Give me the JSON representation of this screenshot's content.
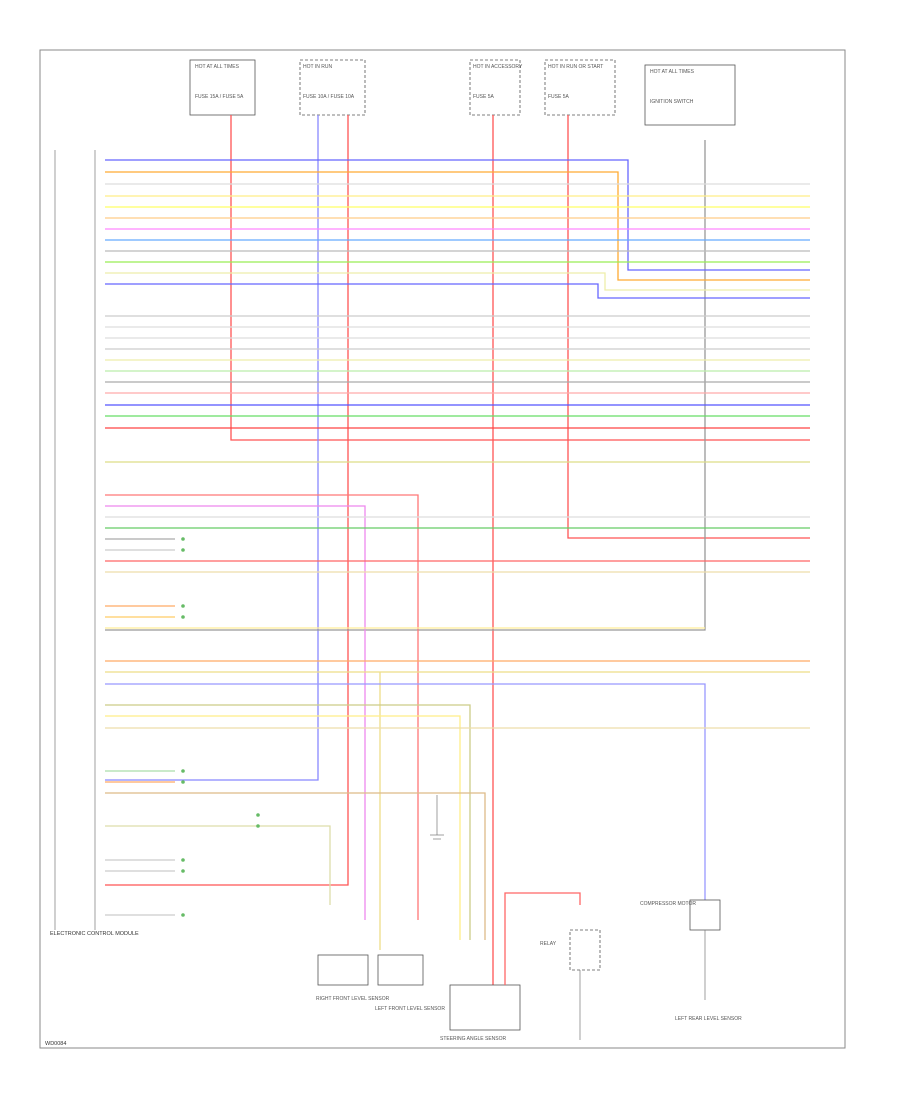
{
  "diagram": {
    "title_block": "ELECTRONIC CONTROL MODULE",
    "page_ref": "WD0084",
    "fuse_blocks": [
      {
        "id": "fb1",
        "label": "HOT AT ALL TIMES",
        "fuses": "FUSE 15A / FUSE 5A"
      },
      {
        "id": "fb2",
        "label": "HOT IN RUN",
        "fuses": "FUSE 10A / FUSE 10A"
      },
      {
        "id": "fb3",
        "label": "HOT IN ACCESSORY",
        "fuses": "FUSE 5A"
      },
      {
        "id": "fb4",
        "label": "HOT IN RUN OR START",
        "fuses": "FUSE 5A"
      },
      {
        "id": "fb5",
        "label": "HOT AT ALL TIMES",
        "fuses": "IGNITION SWITCH"
      }
    ],
    "components": [
      {
        "id": "rf-sensor",
        "label": "RIGHT FRONT LEVEL SENSOR"
      },
      {
        "id": "lf-sensor",
        "label": "LEFT FRONT LEVEL SENSOR"
      },
      {
        "id": "steer-sensor",
        "label": "STEERING ANGLE SENSOR"
      },
      {
        "id": "relay",
        "label": "RELAY"
      },
      {
        "id": "cm",
        "label": "COMPRESSOR MOTOR"
      },
      {
        "id": "air-sensor",
        "label": "LEFT REAR LEVEL SENSOR"
      }
    ]
  }
}
